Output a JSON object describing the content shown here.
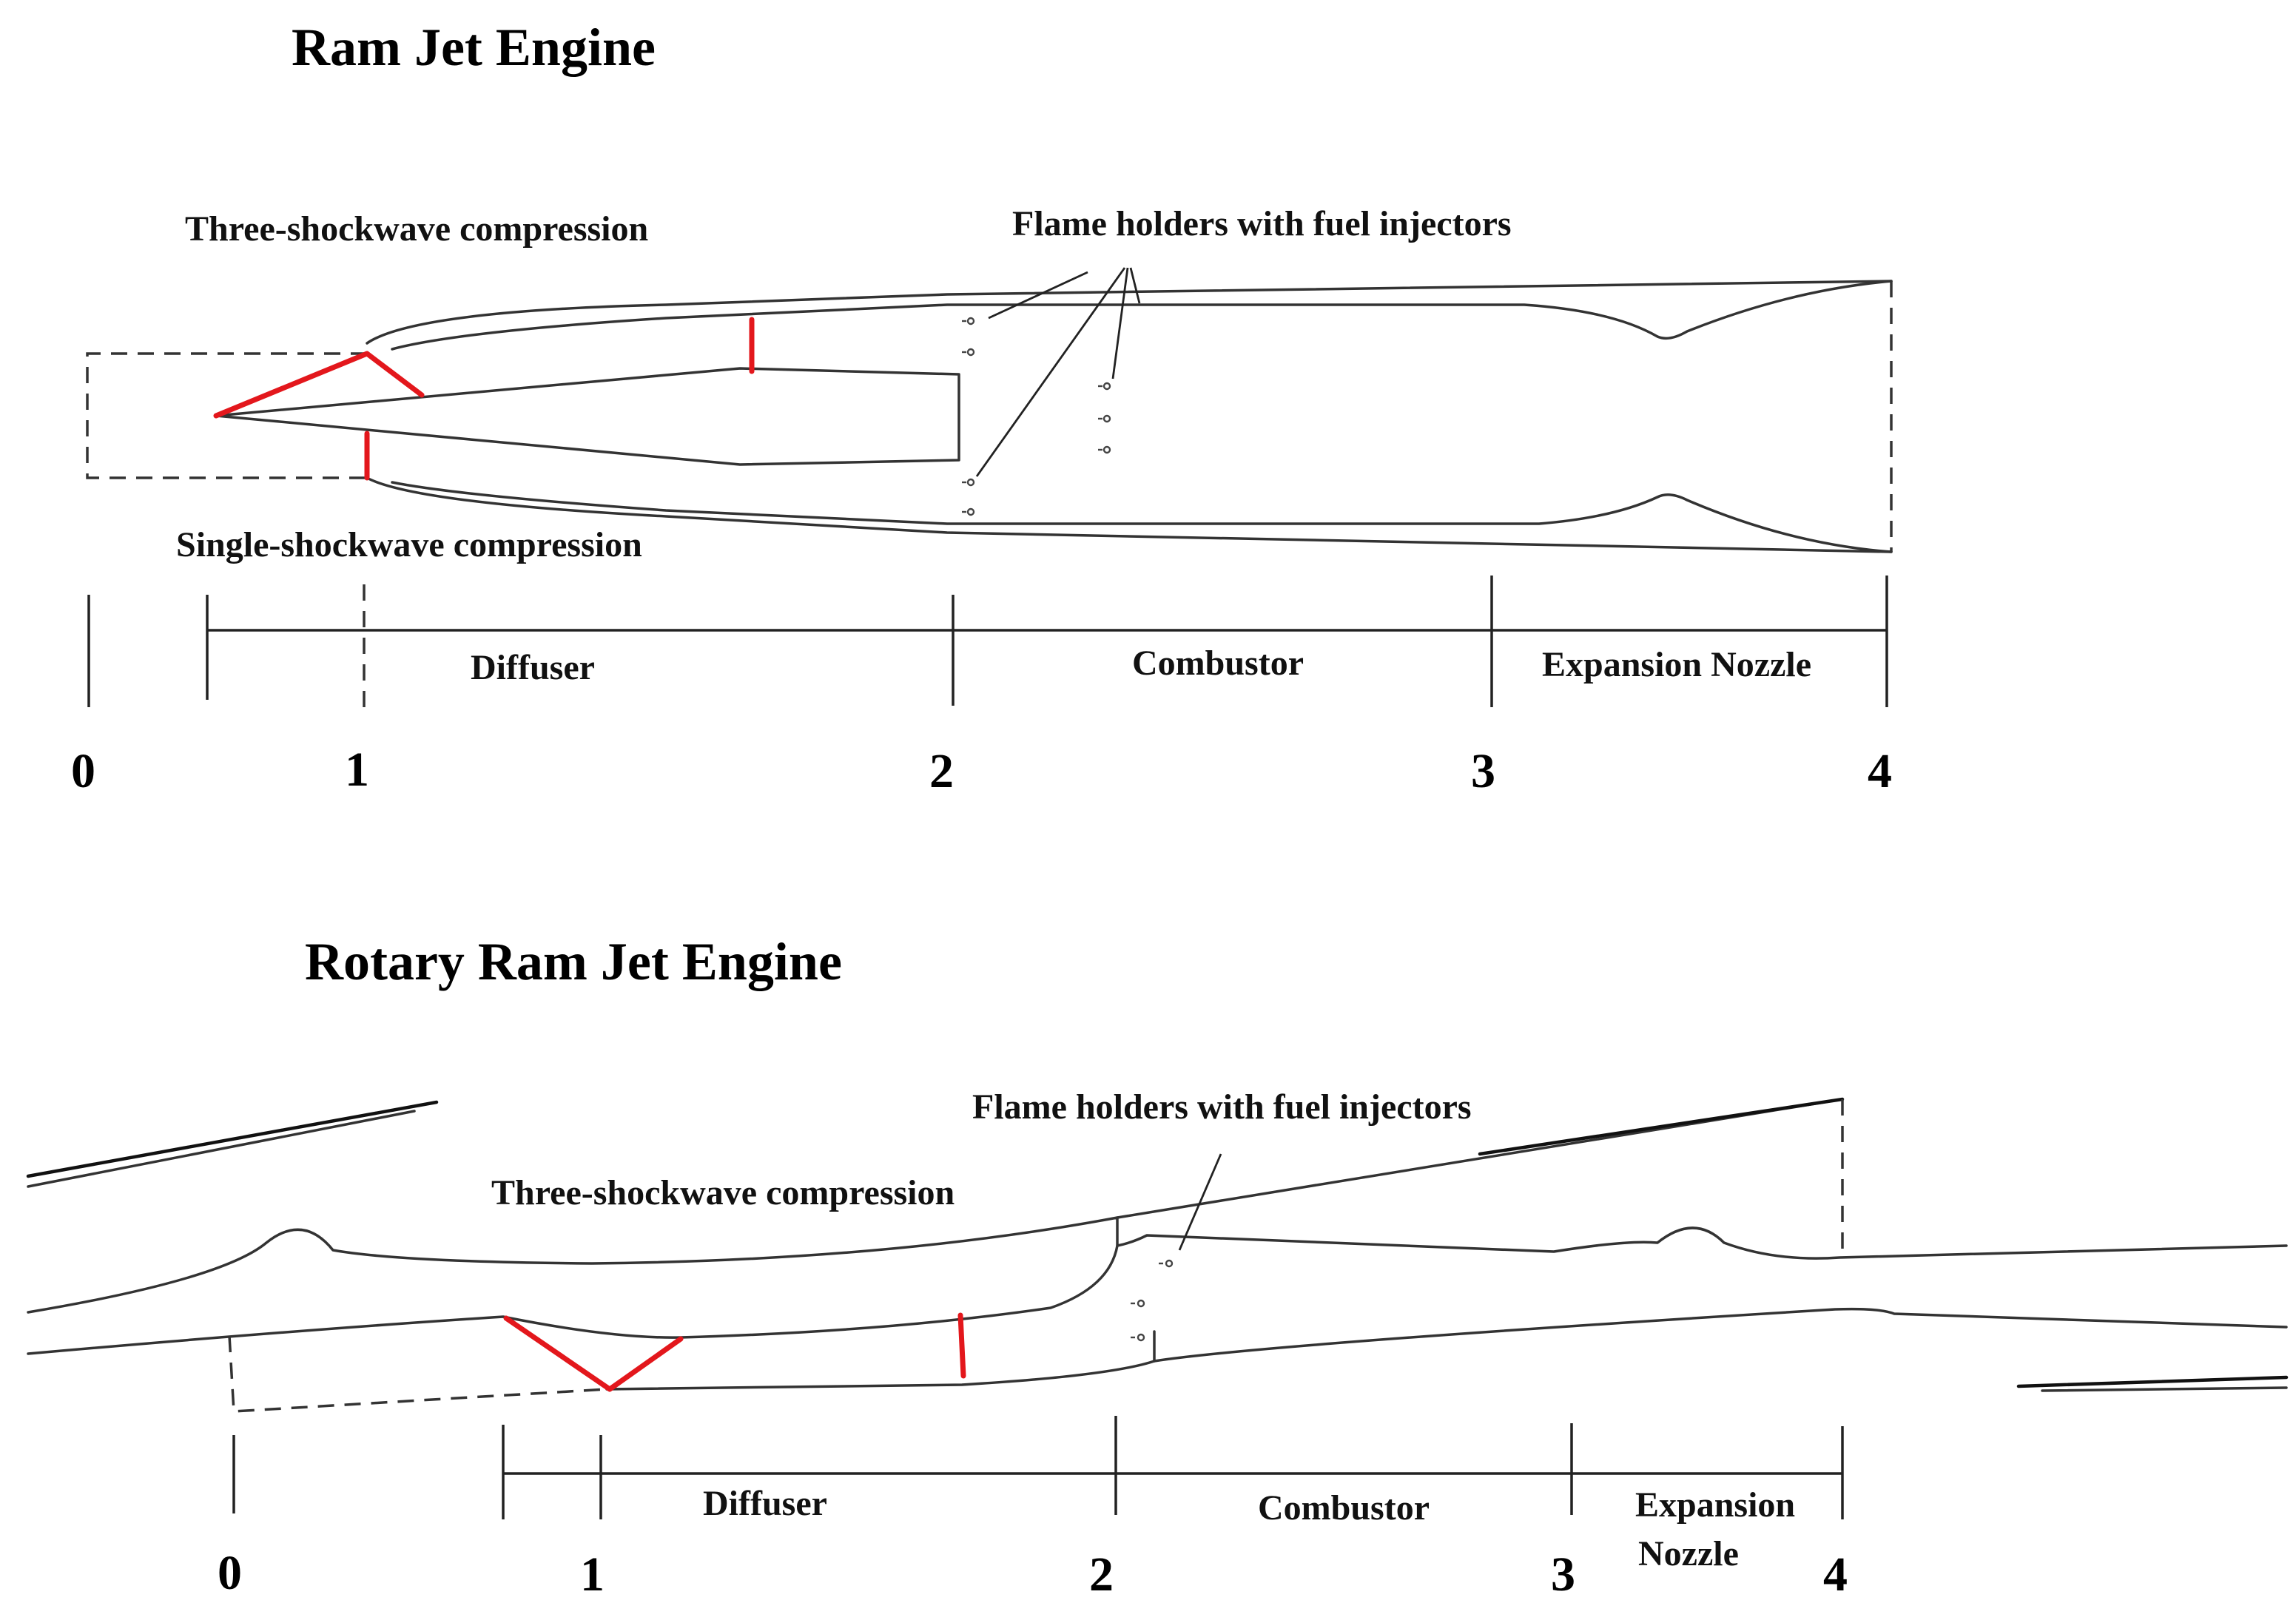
{
  "ramjet": {
    "title": "Ram Jet Engine",
    "label_three_shock": "Three-shockwave compression",
    "label_single_shock": "Single-shockwave compression",
    "label_flame_holders": "Flame holders with fuel injectors",
    "sections": {
      "diffuser": "Diffuser",
      "combustor": "Combustor",
      "nozzle": "Expansion Nozzle"
    },
    "stations": [
      "0",
      "1",
      "2",
      "3",
      "4"
    ]
  },
  "rotary": {
    "title": "Rotary Ram Jet Engine",
    "label_flame_holders": "Flame holders with fuel injectors",
    "label_three_shock": "Three-shockwave compression",
    "sections": {
      "diffuser": "Diffuser",
      "combustor": "Combustor",
      "nozzle_line1": "Expansion",
      "nozzle_line2": "Nozzle"
    },
    "stations": [
      "0",
      "1",
      "2",
      "3",
      "4"
    ]
  },
  "colors": {
    "shockwave": "#e3171c",
    "outline": "#333333"
  }
}
